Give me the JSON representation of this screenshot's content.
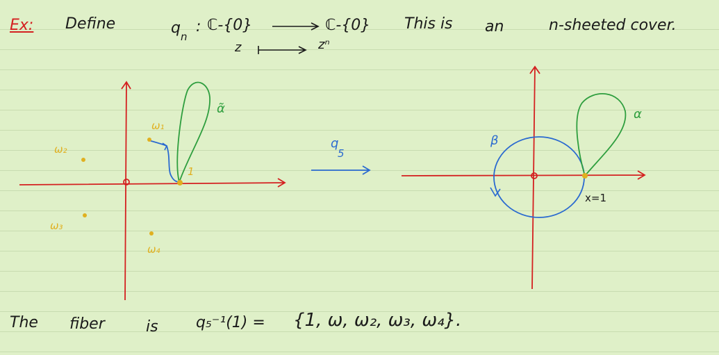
{
  "header": {
    "example_label": "Ex:",
    "define": "Define",
    "map_name": "q",
    "map_subscript": "n",
    "map_colon": ":",
    "domain": "ℂ-{0}",
    "codomain": "ℂ-{0}",
    "this_is": "This is",
    "an": "an",
    "cover": "n-sheeted cover.",
    "z": "z",
    "z_power": "zⁿ"
  },
  "left_plot": {
    "w1": "ω₁",
    "w2": "ω₂",
    "w3": "ω₃",
    "w4": "ω₄",
    "one": "1",
    "alpha_tilde": "α̃"
  },
  "map_arrow": {
    "label": "q",
    "subscript": "5"
  },
  "right_plot": {
    "beta": "β",
    "alpha": "α",
    "x_eq_1": "x=1"
  },
  "footer": {
    "the": "The",
    "fiber": "fiber",
    "is": "is",
    "preimage": "q₅⁻¹(1) =",
    "set": "{1, ω, ω₂, ω₃, ω₄}."
  },
  "colors": {
    "paper": "#dff0c8",
    "rule": "#c8dcb0",
    "axis": "#d42020",
    "point": "#e0b020",
    "loop_alpha": "#2e9e3e",
    "loop_beta": "#2a6ad0",
    "ink": "#1a1a1a"
  }
}
